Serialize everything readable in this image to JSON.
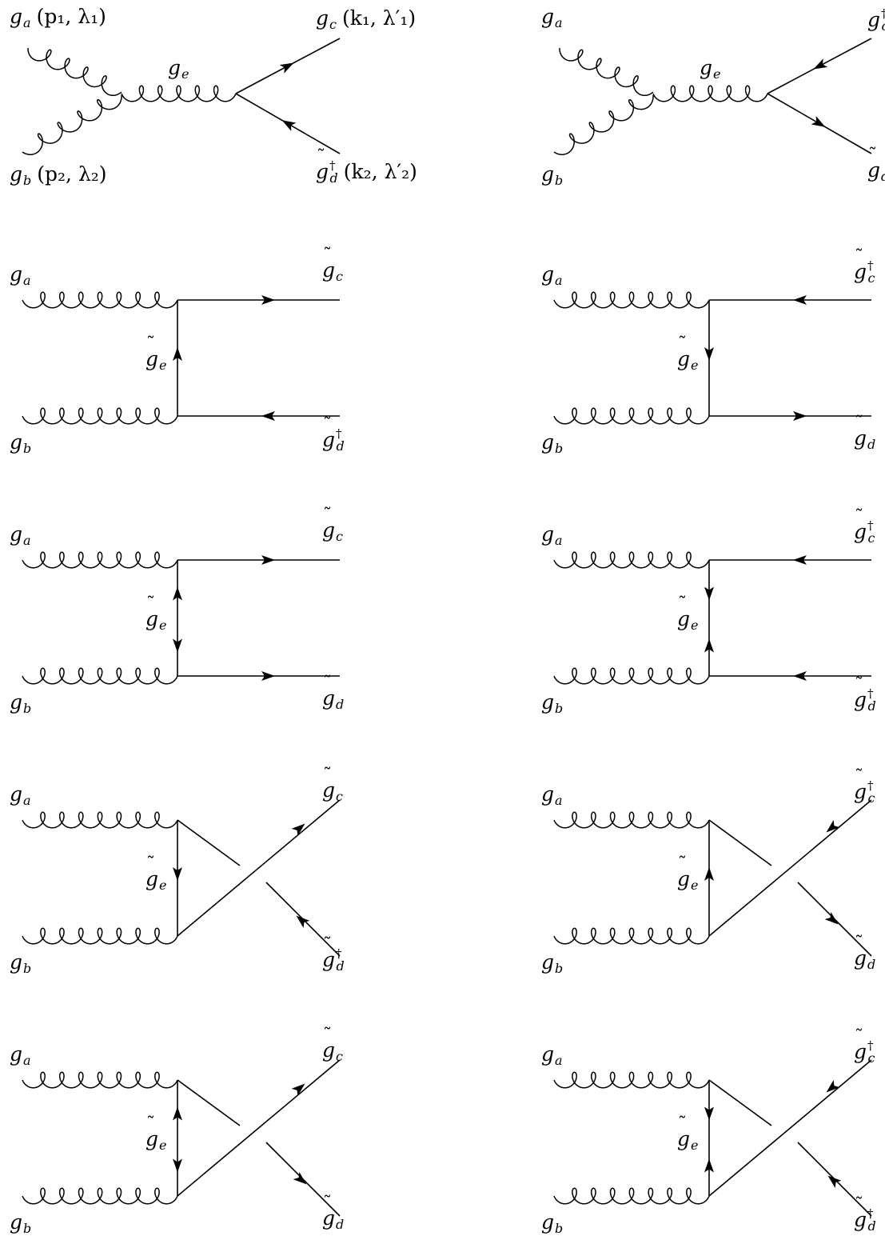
{
  "diagrams": [
    {
      "ga": "g_a",
      "ga_mom": "(p₁, λ₁)",
      "gb": "g_b",
      "gb_mom": "(p₂, λ₂)",
      "mid": "g_e",
      "mid_tilde": false,
      "c": "g_c",
      "c_dag": false,
      "c_mom": "(k₁, λ′₁)",
      "d": "g_d",
      "d_dag": true,
      "d_mom": "(k₂, λ′₂)"
    },
    {
      "ga": "g_a",
      "gb": "g_b",
      "mid": "g_e",
      "mid_tilde": false,
      "c": "g_c",
      "c_dag": true,
      "d": "g_d",
      "d_dag": false
    },
    {
      "ga": "g_a",
      "gb": "g_b",
      "mid": "g_e",
      "mid_tilde": true,
      "c": "g_c",
      "c_dag": false,
      "d": "g_d",
      "d_dag": true
    },
    {
      "ga": "g_a",
      "gb": "g_b",
      "mid": "g_e",
      "mid_tilde": true,
      "c": "g_c",
      "c_dag": true,
      "d": "g_d",
      "d_dag": false
    },
    {
      "ga": "g_a",
      "gb": "g_b",
      "mid": "g_e",
      "mid_tilde": true,
      "c": "g_c",
      "c_dag": false,
      "d": "g_d",
      "d_dag": false
    },
    {
      "ga": "g_a",
      "gb": "g_b",
      "mid": "g_e",
      "mid_tilde": true,
      "c": "g_c",
      "c_dag": true,
      "d": "g_d",
      "d_dag": true
    },
    {
      "ga": "g_a",
      "gb": "g_b",
      "mid": "g_e",
      "mid_tilde": true,
      "c": "g_c",
      "c_dag": false,
      "d": "g_d",
      "d_dag": true
    },
    {
      "ga": "g_a",
      "gb": "g_b",
      "mid": "g_e",
      "mid_tilde": true,
      "c": "g_c",
      "c_dag": true,
      "d": "g_d",
      "d_dag": false
    },
    {
      "ga": "g_a",
      "gb": "g_b",
      "mid": "g_e",
      "mid_tilde": true,
      "c": "g_c",
      "c_dag": false,
      "d": "g_d",
      "d_dag": false
    },
    {
      "ga": "g_a",
      "gb": "g_b",
      "mid": "g_e",
      "mid_tilde": true,
      "c": "g_c",
      "c_dag": true,
      "d": "g_d",
      "d_dag": true
    }
  ]
}
